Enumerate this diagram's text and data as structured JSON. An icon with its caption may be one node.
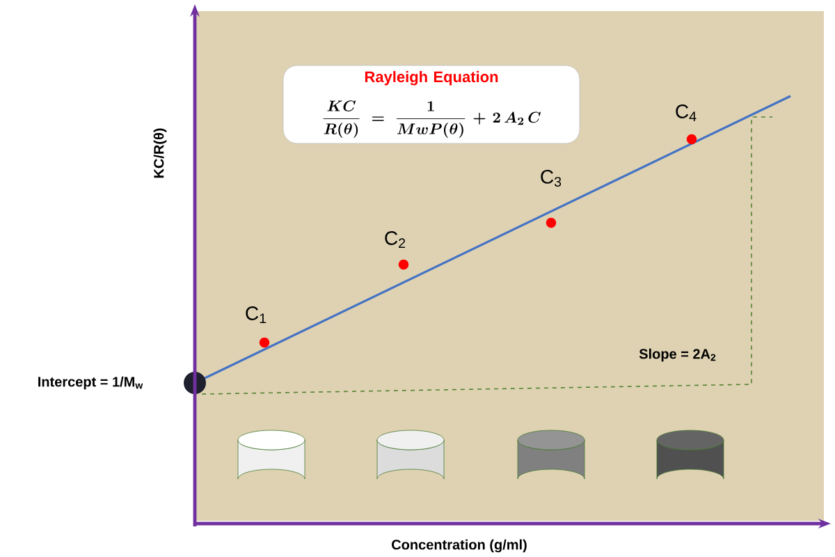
{
  "diagram": {
    "nodes": [
      {
        "text": [
          "Rayleigh Equation",
          "\\frac{KC}{R(\\theta)}=\\frac{1}{MwP(\\theta)}+2\\,A_2\\,C"
        ]
      },
      {
        "text": [],
        "shape": "cylinder"
      },
      {
        "text": [],
        "shape": "cylinder"
      },
      {
        "text": [],
        "shape": "cylinder"
      },
      {
        "text": [],
        "shape": "cylinder"
      }
    ],
    "edges": [],
    "labels": [
      "KC/R(θ)",
      "C$_{4}$",
      "C$_{3}$",
      "C$_{2}$",
      "C$_{1}$",
      "Intercept = 1/M$_{w}$",
      "Slope = 2A$_{2}$",
      "Concentration (g/ml)"
    ]
  }
}
